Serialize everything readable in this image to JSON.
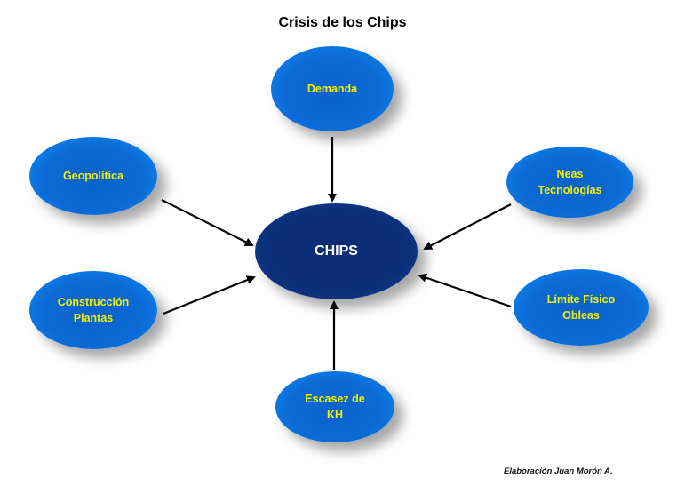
{
  "title": "Crisis de los Chips",
  "credit": "Elaboración Juan Morón A.",
  "colors": {
    "outer_node": "#0b6ad6",
    "center_node": "#0b2f78",
    "outer_text": "#f2f200",
    "center_text": "#ffffff",
    "arrow": "#000000"
  },
  "center": {
    "id": "chips",
    "label": "CHIPS"
  },
  "nodes": [
    {
      "id": "demanda",
      "line1": "Demanda",
      "line2": ""
    },
    {
      "id": "geopolitica",
      "line1": "Geopolítica",
      "line2": ""
    },
    {
      "id": "nuevas-tecnologias",
      "line1": "Neas",
      "line2": "Tecnologías"
    },
    {
      "id": "construccion-plantas",
      "line1": "Construcción",
      "line2": "Plantas"
    },
    {
      "id": "limite-fisico-obleas",
      "line1": "Límite Físico",
      "line2": "Obleas"
    },
    {
      "id": "escasez-kh",
      "line1": "Escasez de",
      "line2": "KH"
    }
  ],
  "edges": [
    {
      "from": "demanda",
      "to": "chips"
    },
    {
      "from": "geopolitica",
      "to": "chips"
    },
    {
      "from": "nuevas-tecnologias",
      "to": "chips"
    },
    {
      "from": "construccion-plantas",
      "to": "chips"
    },
    {
      "from": "limite-fisico-obleas",
      "to": "chips"
    },
    {
      "from": "escasez-kh",
      "to": "chips"
    }
  ]
}
